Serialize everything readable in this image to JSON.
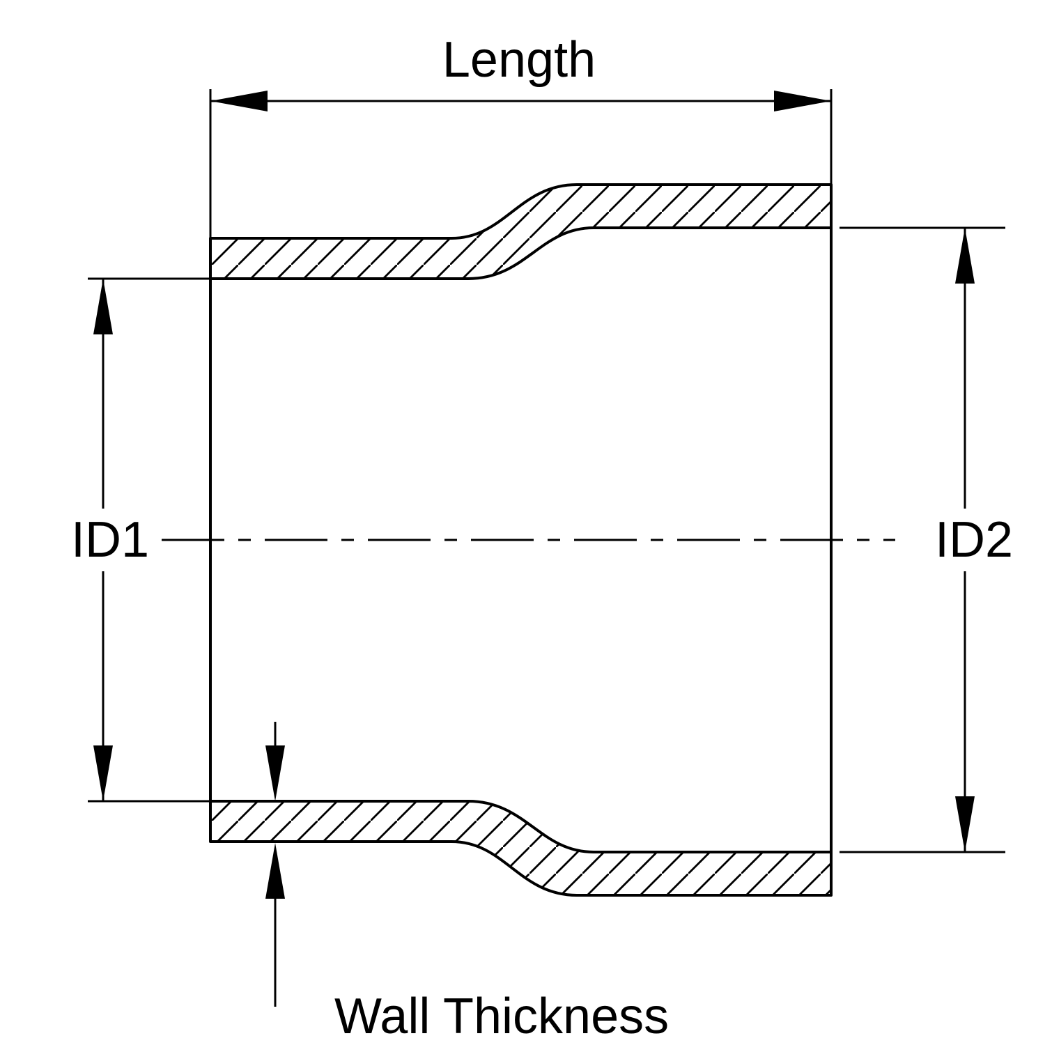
{
  "diagram": {
    "labels": {
      "length": "Length",
      "id1": "ID1",
      "id2": "ID2",
      "wall_thickness": "Wall Thickness"
    },
    "colors": {
      "ink": "#000000",
      "background": "#ffffff"
    }
  }
}
